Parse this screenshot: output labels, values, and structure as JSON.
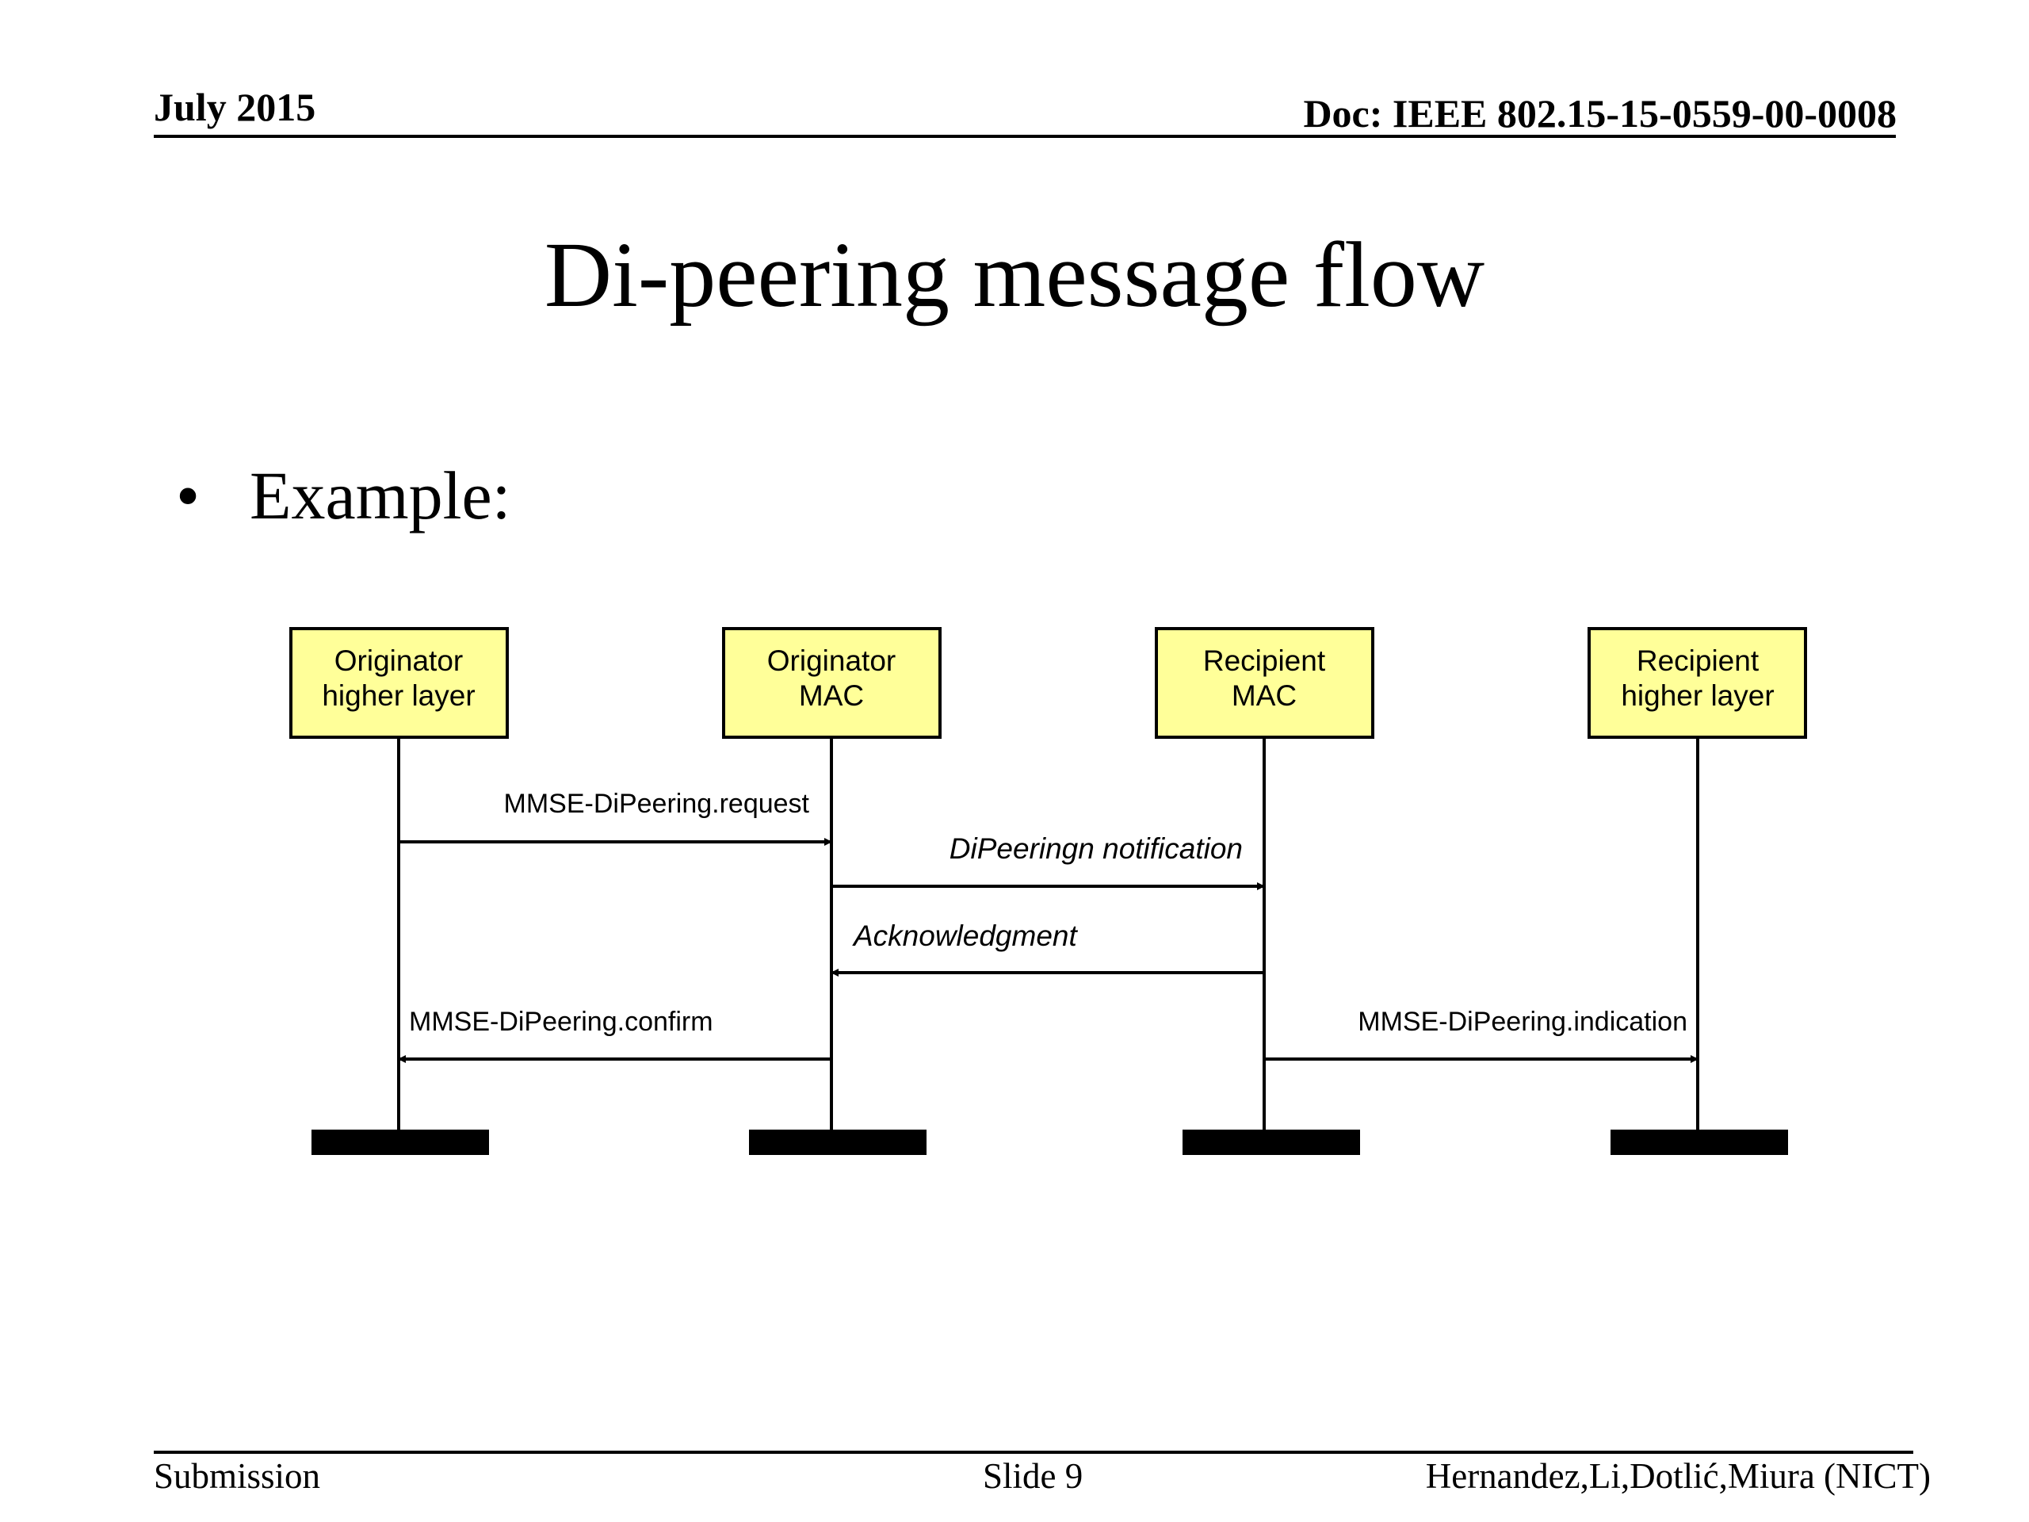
{
  "header": {
    "date": "July 2015",
    "doc": "Doc: IEEE 802.15-15-0559-00-0008"
  },
  "title": "Di-peering message flow",
  "bullet": {
    "marker": "•",
    "text": "Example:"
  },
  "diagram": {
    "participants": [
      {
        "line1": "Originator",
        "line2": "higher layer"
      },
      {
        "line1": "Originator",
        "line2": "MAC"
      },
      {
        "line1": "Recipient",
        "line2": "MAC"
      },
      {
        "line1": "Recipient",
        "line2": "higher layer"
      }
    ],
    "messages": [
      {
        "from": 0,
        "to": 1,
        "label": "MMSE-DiPeering.request",
        "italic": false
      },
      {
        "from": 1,
        "to": 2,
        "label": "DiPeeringn notification",
        "italic": true
      },
      {
        "from": 2,
        "to": 1,
        "label": "Acknowledgment",
        "italic": true
      },
      {
        "from": 1,
        "to": 0,
        "label": "MMSE-DiPeering.confirm",
        "italic": false
      },
      {
        "from": 2,
        "to": 3,
        "label": "MMSE-DiPeering.indication",
        "italic": false
      }
    ],
    "colors": {
      "box_fill": "#ffff99",
      "stroke": "#000000"
    }
  },
  "footer": {
    "left": "Submission",
    "center": "Slide 9",
    "right": "Hernandez,Li,Dotlić,Miura (NICT)"
  }
}
